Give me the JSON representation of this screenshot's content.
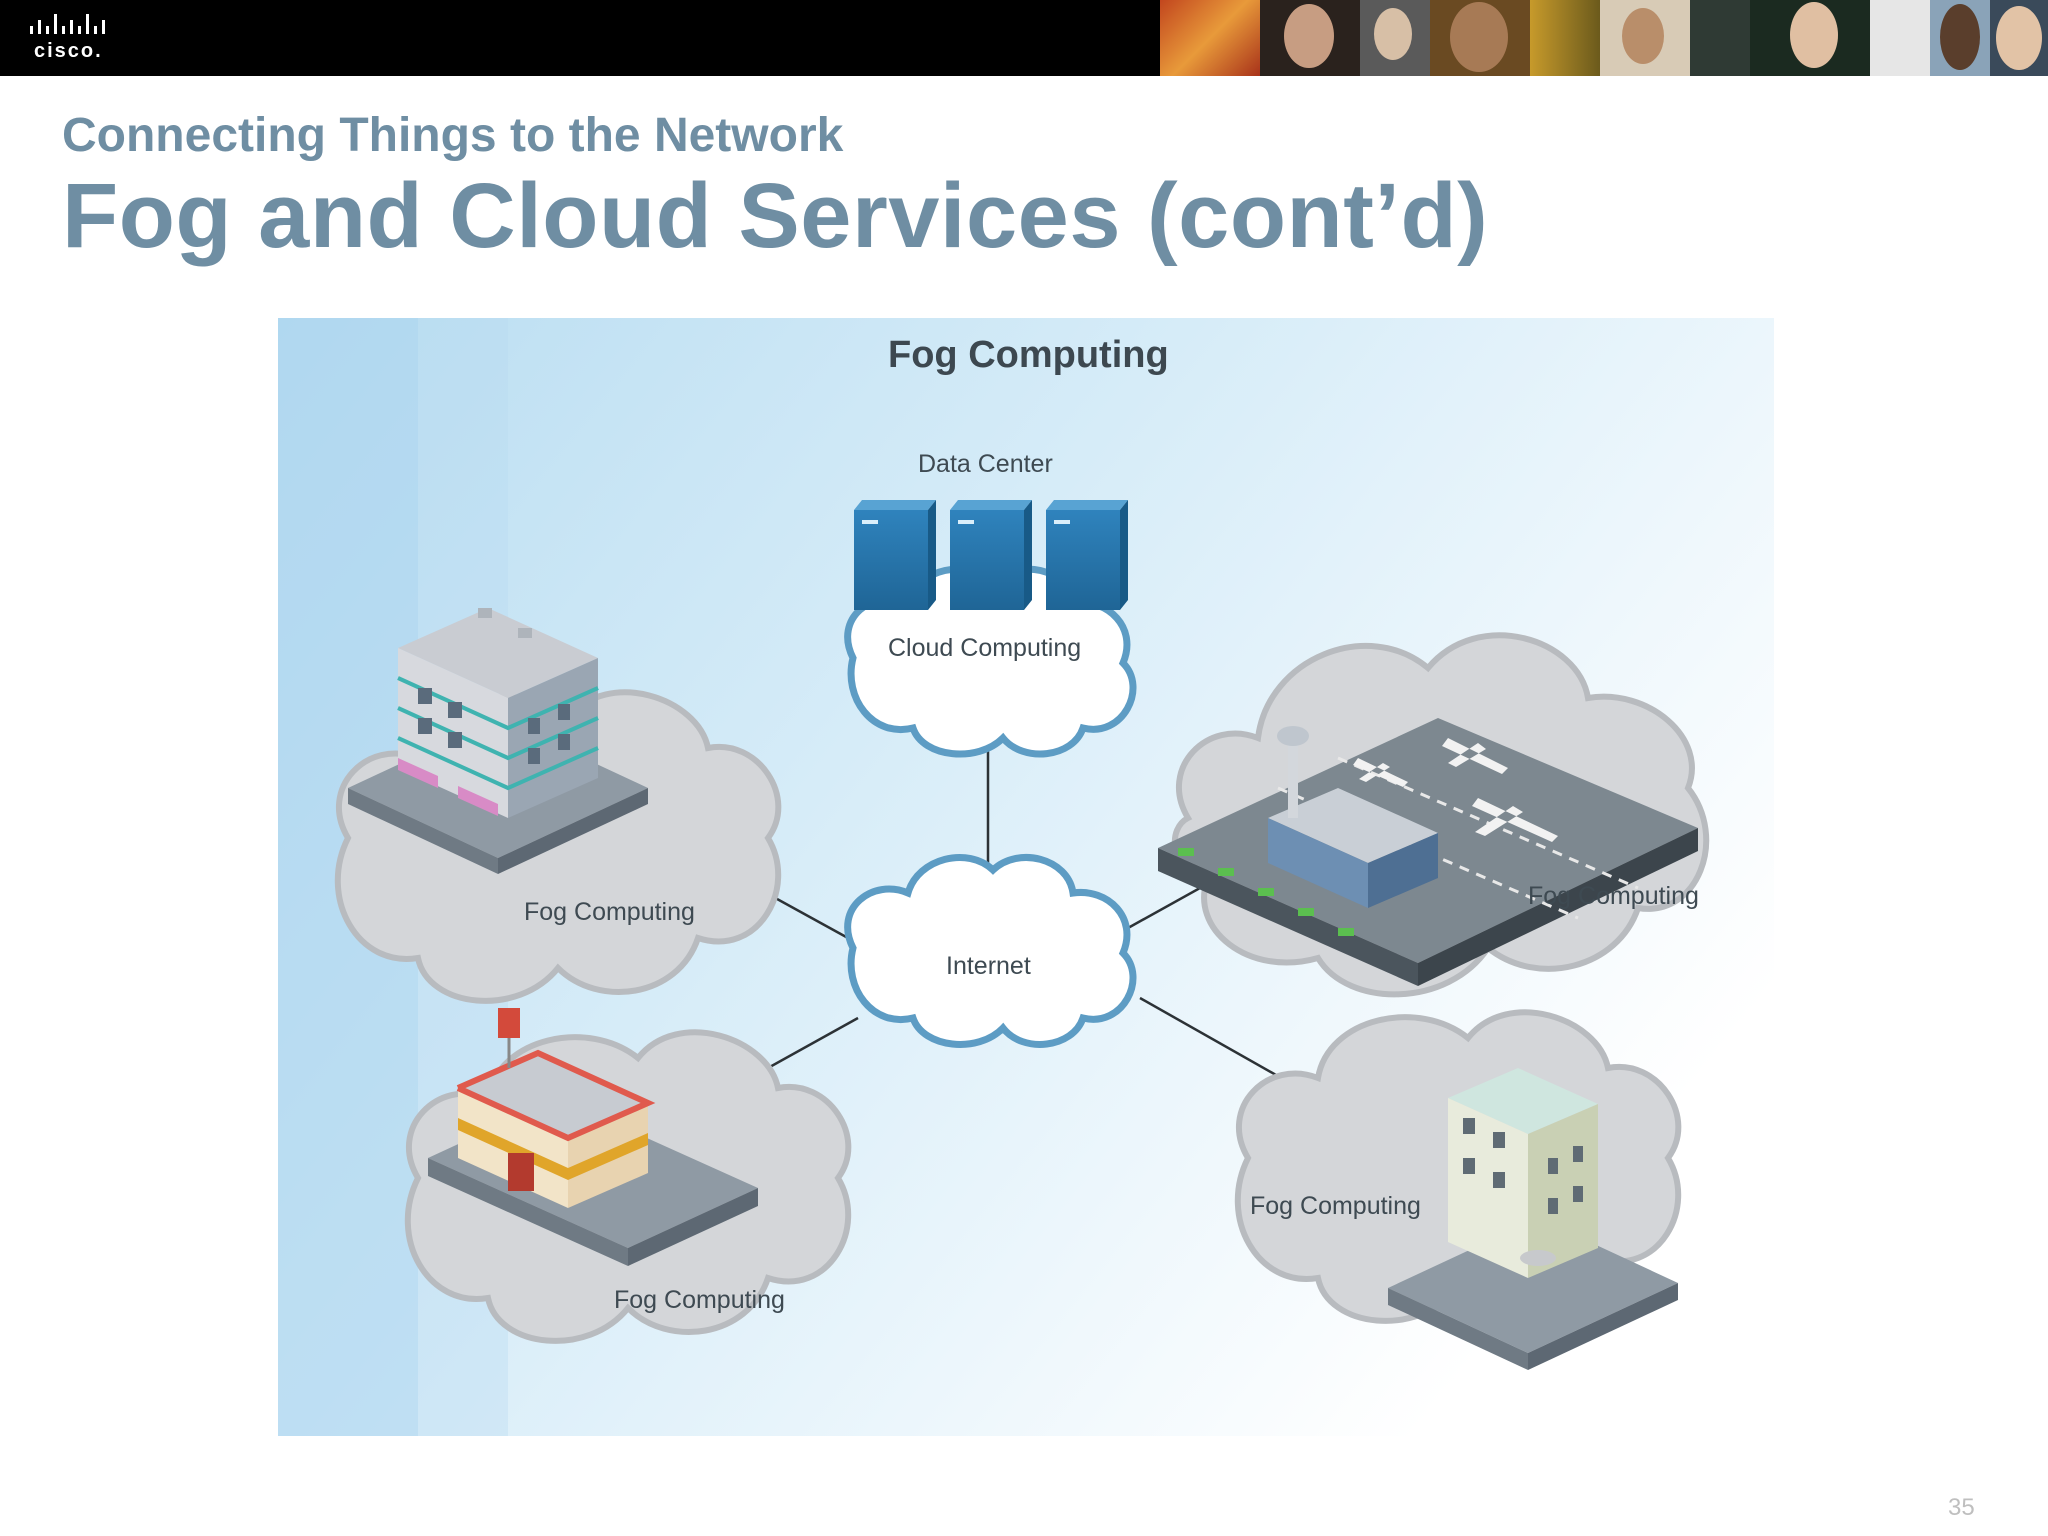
{
  "header": {
    "logo_text": "cisco."
  },
  "slide": {
    "subtitle": "Connecting Things to the Network",
    "title": "Fog and Cloud Services (cont’d)",
    "page_number": "35"
  },
  "diagram": {
    "title": "Fog Computing",
    "data_center_label": "Data Center",
    "cloud_label": "Cloud Computing",
    "internet_label": "Internet",
    "fog_labels": [
      "Fog Computing",
      "Fog Computing",
      "Fog Computing",
      "Fog Computing"
    ]
  },
  "colors": {
    "title": "#6f8ea3",
    "server": "#2a78b0",
    "cloud_outline": "#5d9cc4",
    "fog_cloud": "#d3d5d8"
  }
}
